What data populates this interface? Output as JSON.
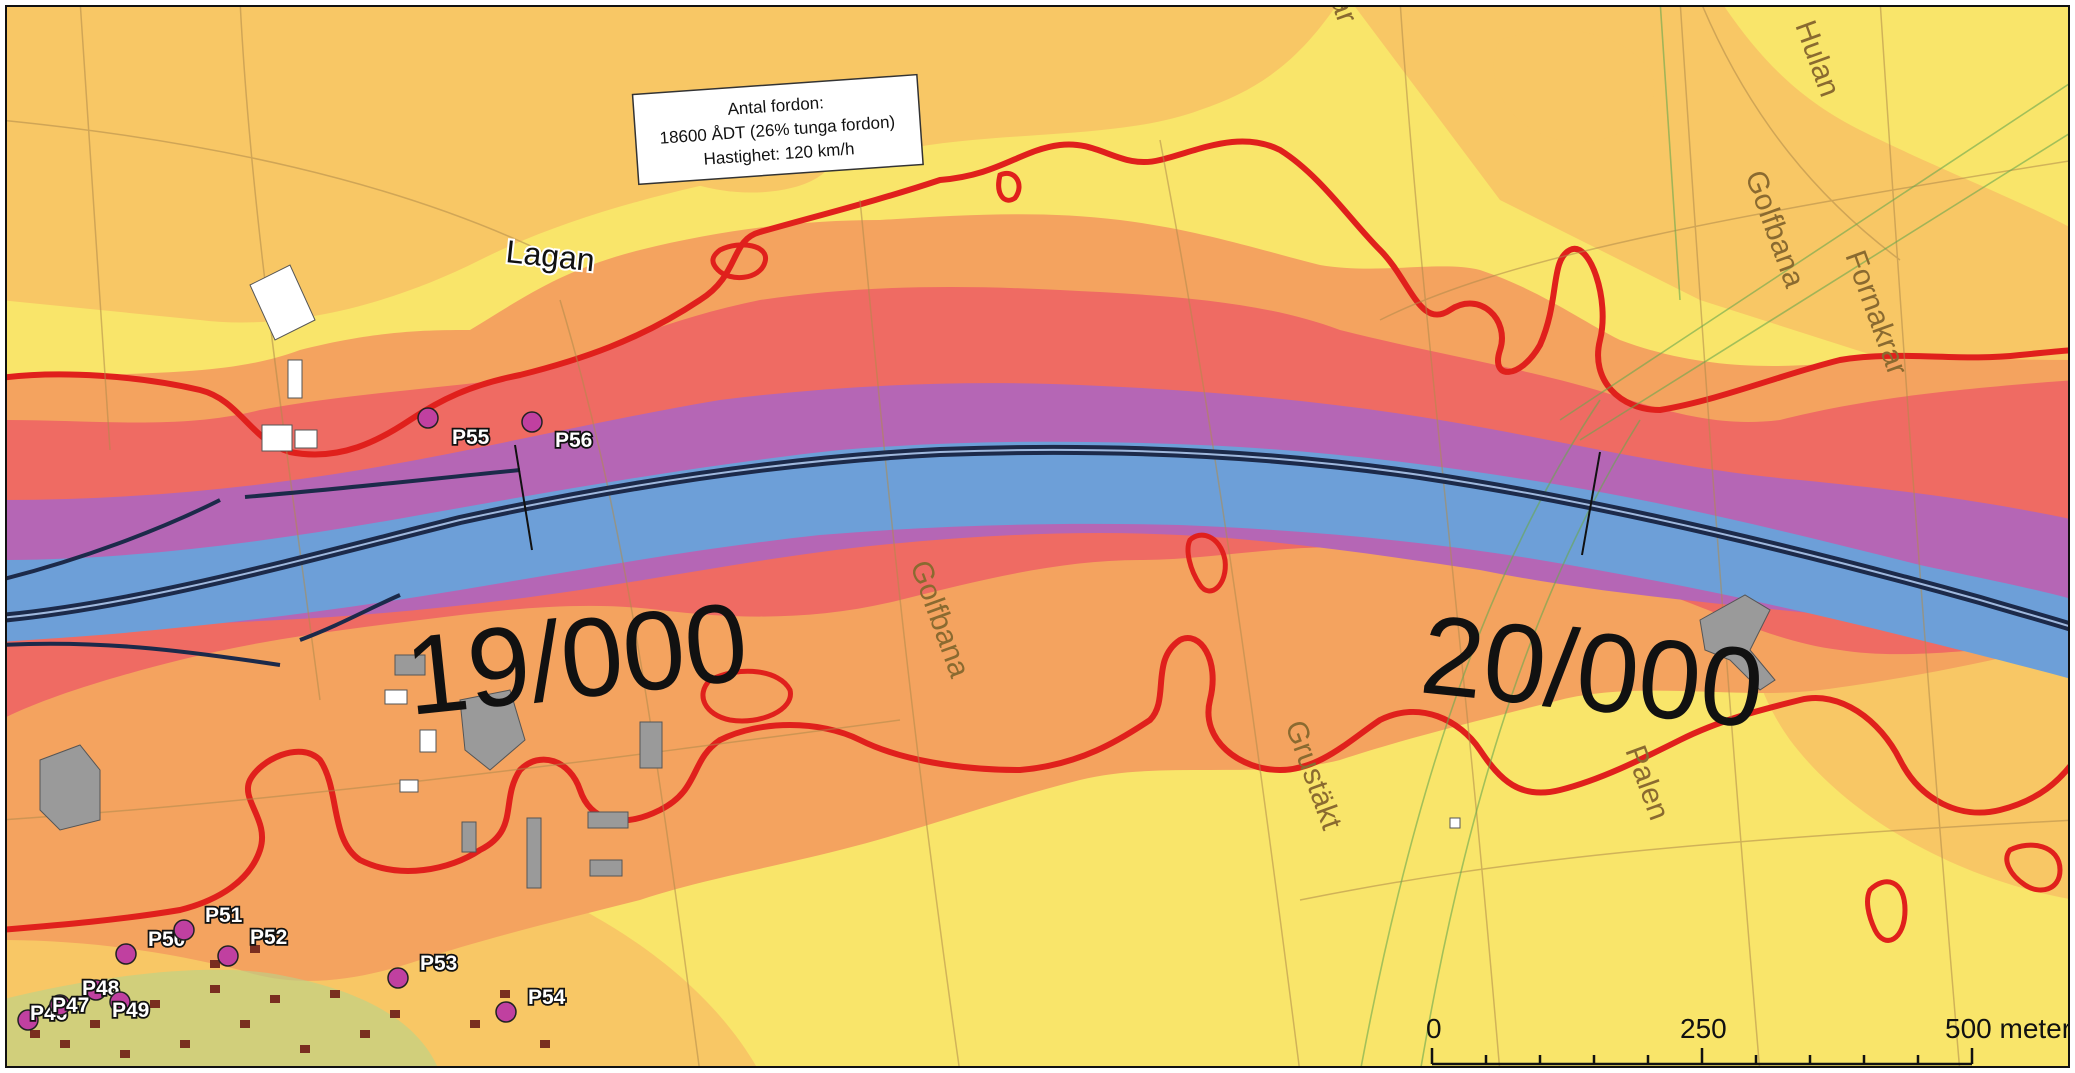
{
  "map": {
    "info_box": {
      "line1": "Antal fordon:",
      "line2": "18600 ÅDT (26% tunga fordon)",
      "line3": "Hastighet: 120 km/h"
    },
    "place_names": {
      "lagan": "Lagan",
      "hulan": "Hulan",
      "golfbana_ne": "Golfbana",
      "fornakra": "Fornakrar",
      "golfbana_center": "Golfbana",
      "grustakt": "Grustäkt",
      "palen": "Palen",
      "top_partial": "ar"
    },
    "chainage": {
      "km19": "19/000",
      "km20": "20/000"
    },
    "receiver_points": [
      {
        "id": "P46",
        "label": "P46"
      },
      {
        "id": "P47",
        "label": "P47"
      },
      {
        "id": "P48",
        "label": "P48"
      },
      {
        "id": "P49",
        "label": "P49"
      },
      {
        "id": "P50",
        "label": "P50"
      },
      {
        "id": "P51",
        "label": "P51"
      },
      {
        "id": "P52",
        "label": "P52"
      },
      {
        "id": "P53",
        "label": "P53"
      },
      {
        "id": "P54",
        "label": "P54"
      },
      {
        "id": "P55",
        "label": "P55"
      },
      {
        "id": "P56",
        "label": "P56"
      }
    ],
    "scale_bar": {
      "label_0": "0",
      "label_250": "250",
      "label_500": "500 meter"
    },
    "colors": {
      "zone_yellow": "#f9e56a",
      "zone_lightorange": "#f8c765",
      "zone_orange": "#f4a35f",
      "zone_red": "#ef6b63",
      "zone_purple": "#b566b5",
      "zone_blue": "#6d9fd8",
      "contour_red": "#e0201c",
      "road": "#1c2a4a"
    }
  }
}
